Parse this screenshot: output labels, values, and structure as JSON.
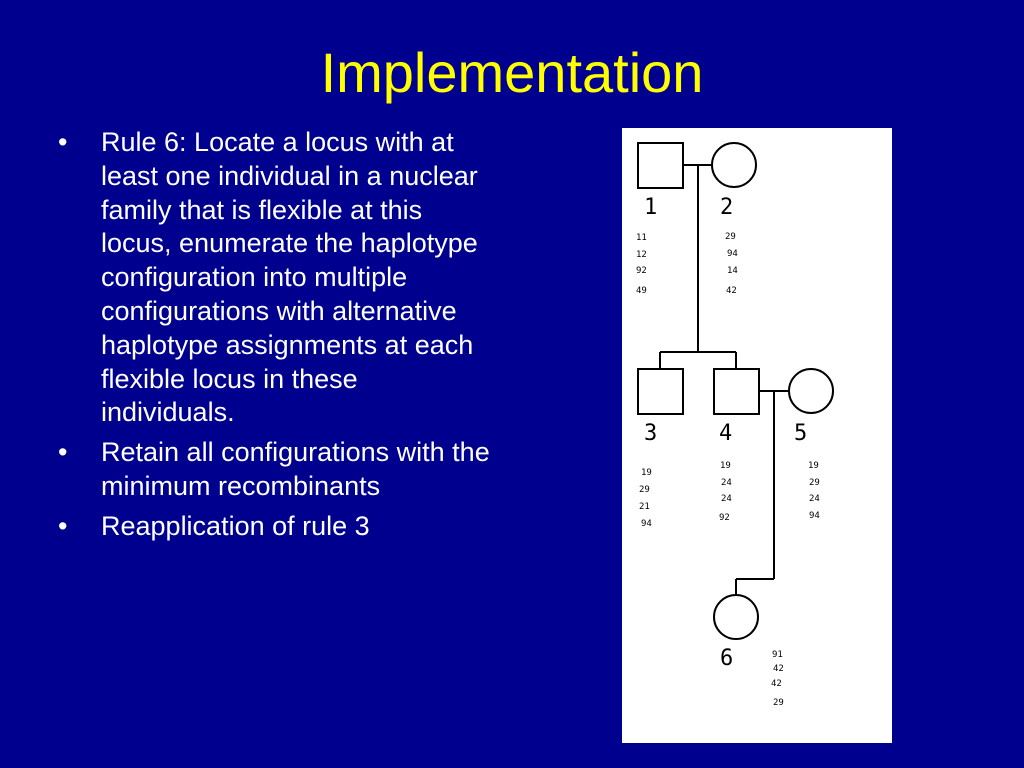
{
  "title": "Implementation",
  "bullets": [
    "Rule 6: Locate a locus with at least one individual in a nuclear family that is flexible at this locus, enumerate the haplotype configuration into multiple configurations with alternative haplotype assignments at each flexible locus in these individuals.",
    "Retain all configurations with the minimum recombinants",
    "Reapplication of rule 3"
  ],
  "bullet_symbol": "•",
  "pedigree": {
    "individuals": [
      {
        "id": "1",
        "sex": "male",
        "genotypes": [
          "11",
          "12",
          "92",
          "49"
        ]
      },
      {
        "id": "2",
        "sex": "female",
        "genotypes": [
          "29",
          "94",
          "14",
          "42"
        ]
      },
      {
        "id": "3",
        "sex": "male",
        "genotypes": [
          "19",
          "29",
          "21",
          "94"
        ]
      },
      {
        "id": "4",
        "sex": "male",
        "genotypes": [
          "19",
          "24",
          "24",
          "92"
        ]
      },
      {
        "id": "5",
        "sex": "female",
        "genotypes": [
          "19",
          "29",
          "24",
          "94"
        ]
      },
      {
        "id": "6",
        "sex": "female",
        "genotypes": [
          "91",
          "42",
          "42",
          "29"
        ]
      }
    ]
  },
  "colors": {
    "background": "#00008f",
    "title": "#ffff00",
    "text": "#ffffff",
    "panel": "#ffffff",
    "lines": "#000000"
  }
}
